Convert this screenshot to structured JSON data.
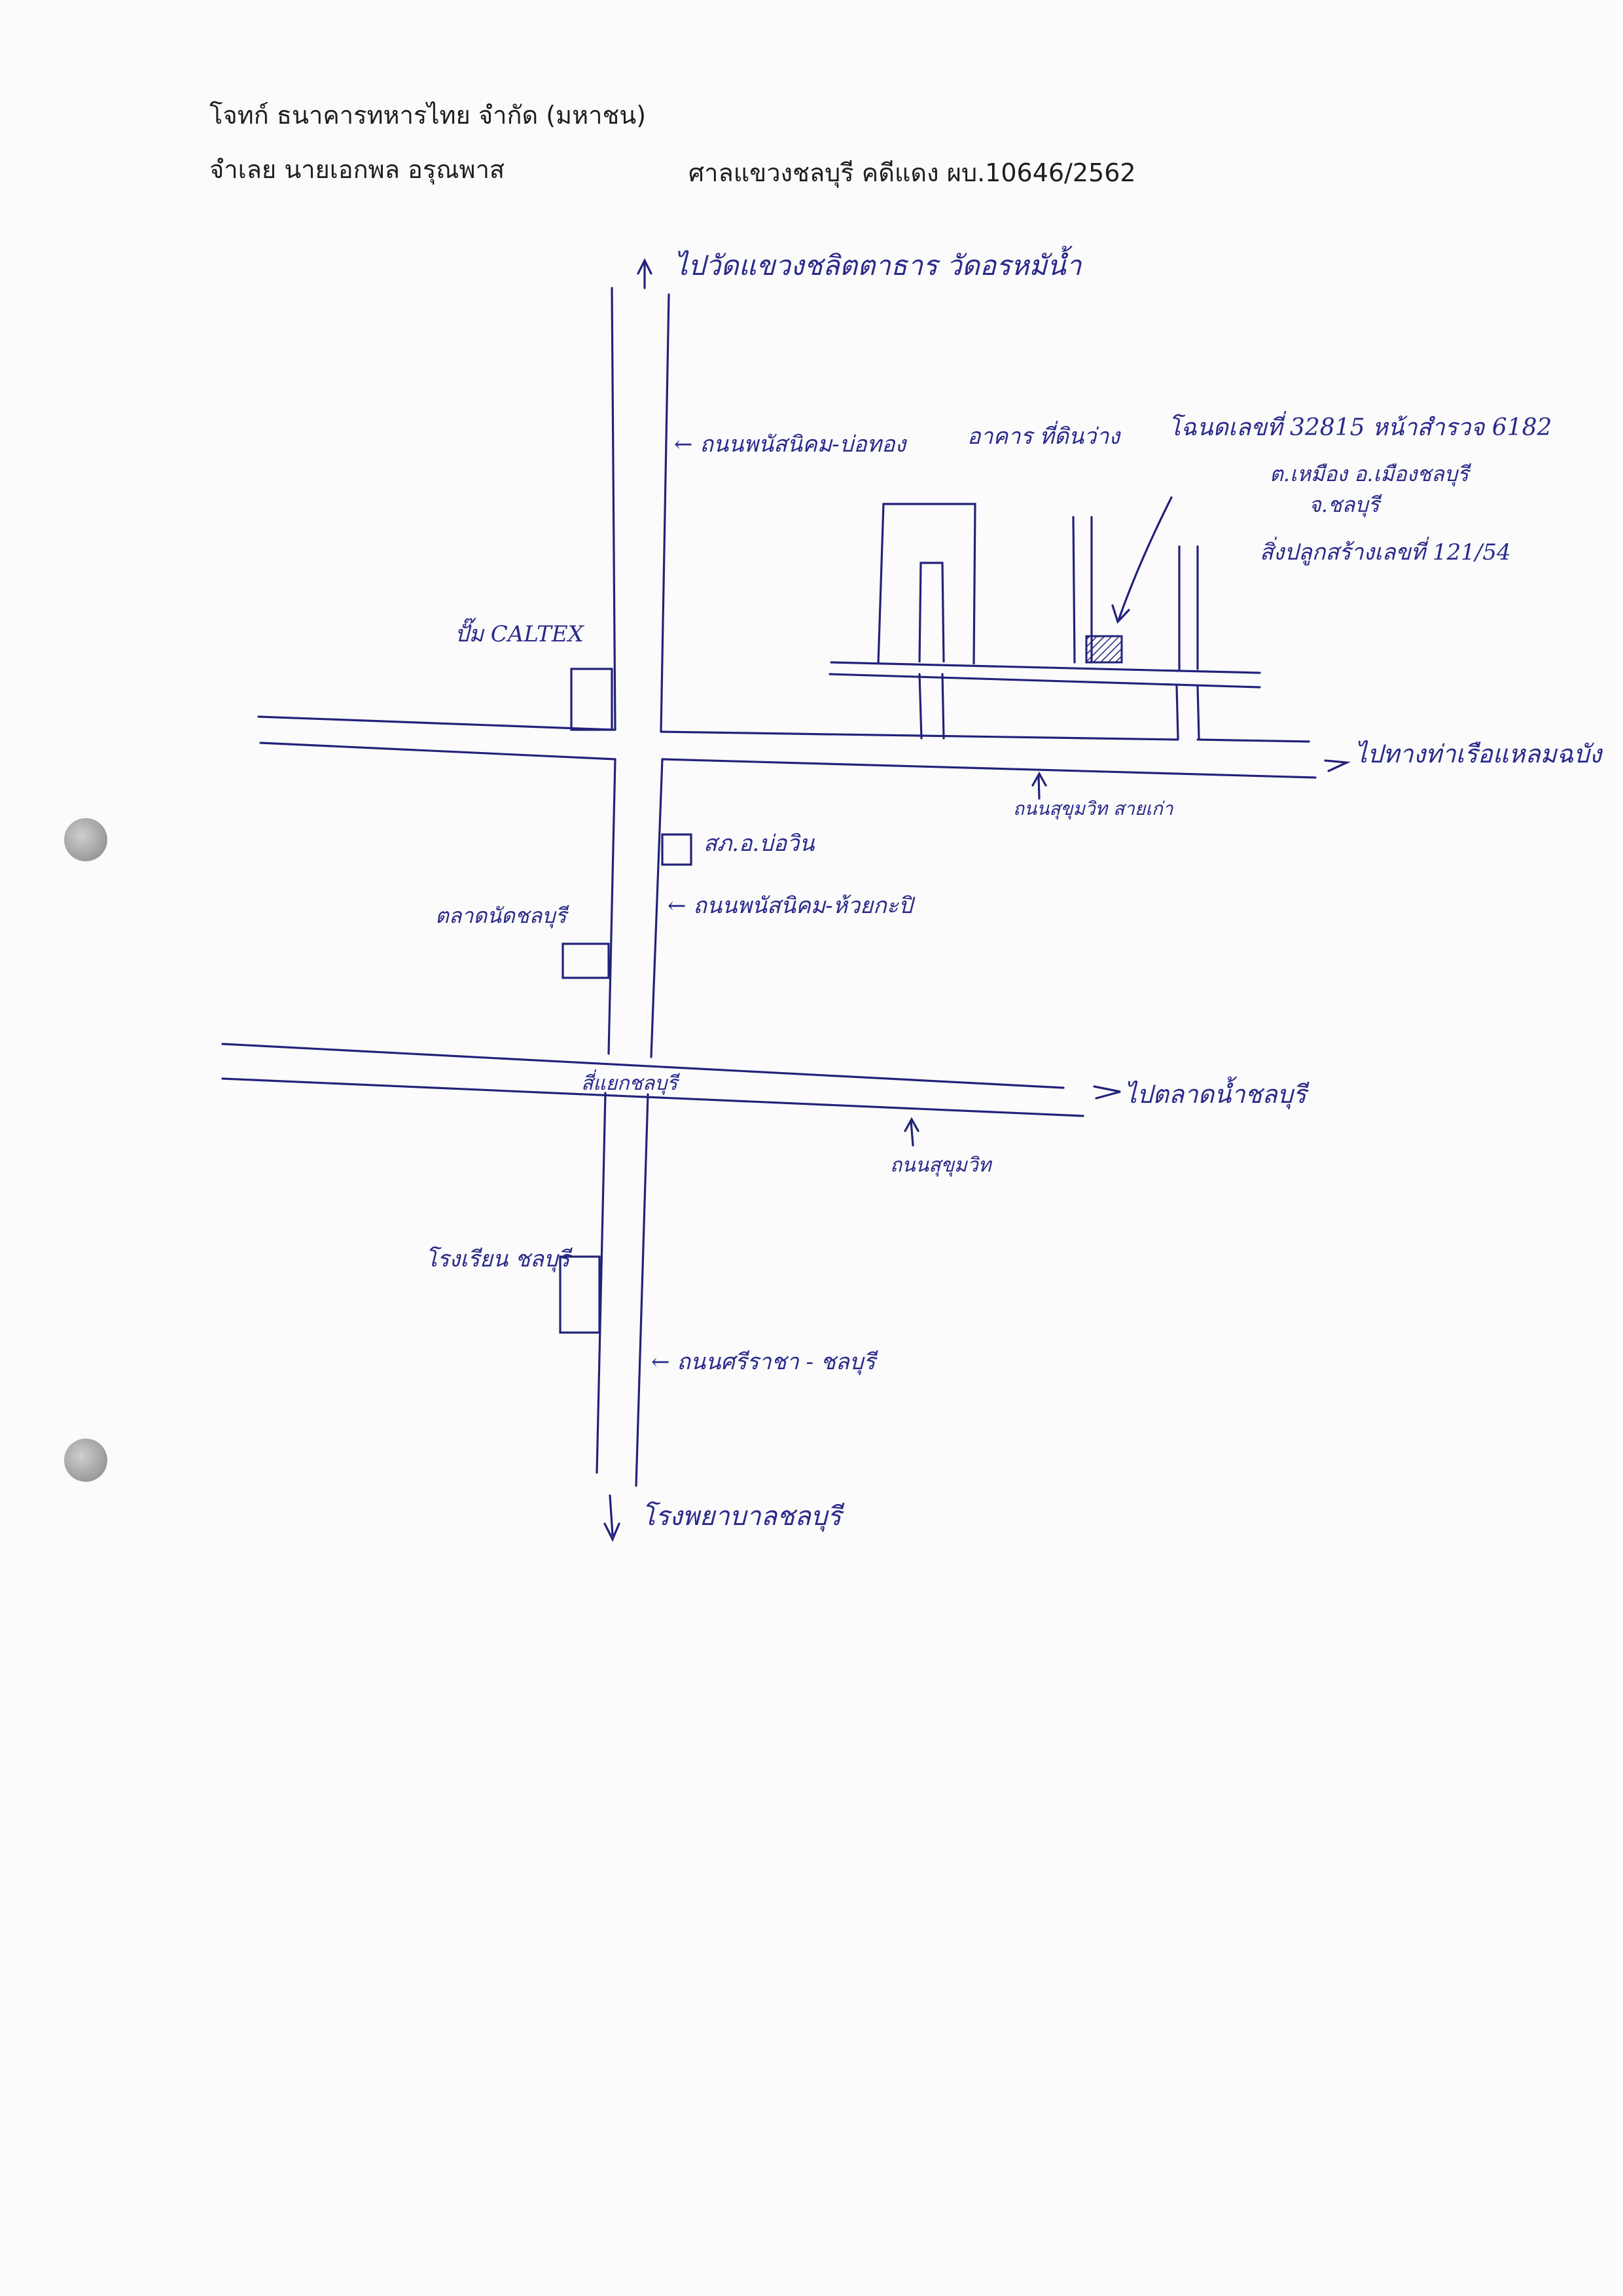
{
  "header": {
    "plaintiff": "โจทก์ ธนาคารทหารไทย จำกัด (มหาชน)",
    "defendant": "จำเลย นายเอกพล อรุณพาส",
    "court_case": "ศาลแขวงชลบุรี คดีแดง ผบ.10646/2562"
  },
  "map": {
    "north_destination": "ไปวัดแขวงชลิตตาธาร วัดอรหมัน้ำ",
    "road_left_upper": "← ถนนพนัสนิคม-บ่อทอง",
    "building_label": "อาคาร ที่ดินว่าง",
    "land_deed": "โฉนดเลขที่ 32815 หน้าสำรวจ 6182",
    "land_location_1": "ต.เหมือง อ.เมืองชลบุรี",
    "land_location_2": "จ.ชลบุรี",
    "building_permit": "สิ่งปลูกสร้างเลขที่ 121/54",
    "caltex_label": "ปั๊ม CALTEX",
    "east_destination_upper": "ไปทางท่าเรือแหลมฉบัง",
    "road_upper_horizontal": "ถนนสุขุมวิท สายเก่า",
    "school_label": "สภ.อ.บ่อวิน",
    "road_left_mid": "← ถนนพนัสนิคม-ห้วยกะปิ",
    "market_label": "ตลาดนัดชลบุรี",
    "intersection_label": "สี่แยกชลบุรี",
    "east_destination_lower": "ไปตลาดน้ำชลบุรี",
    "road_lower_horizontal": "ถนนสุขุมวิท",
    "hospital_label": "โรงเรียน ชลบุรี",
    "road_left_lower": "← ถนนศรีราชา - ชลบุรี",
    "south_destination": "โรงพยาบาลชลบุรี",
    "ink_color": "#22227a"
  }
}
